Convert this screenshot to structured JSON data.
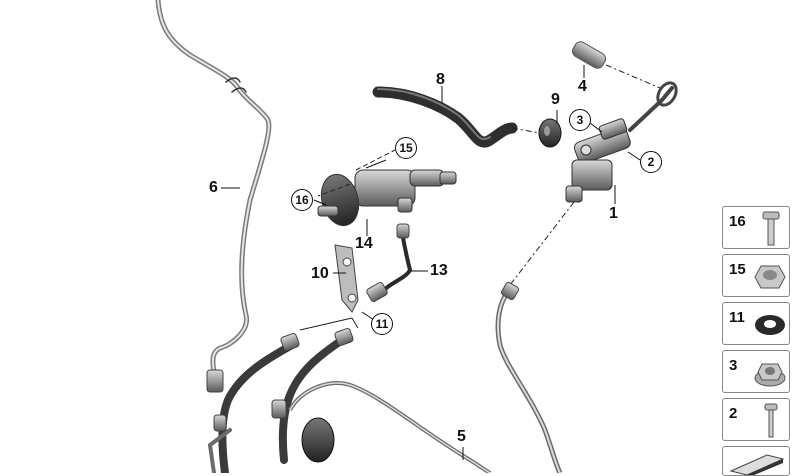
{
  "diagram": {
    "callouts": [
      "1",
      "4",
      "5",
      "6",
      "8",
      "9",
      "10",
      "13",
      "14"
    ],
    "circled_callouts": [
      "2",
      "3",
      "11",
      "15",
      "16"
    ],
    "legend": [
      {
        "num": "16",
        "icon": "bolt-icon"
      },
      {
        "num": "15",
        "icon": "hex-nut-icon"
      },
      {
        "num": "11",
        "icon": "rubber-grommet-icon"
      },
      {
        "num": "3",
        "icon": "flange-nut-icon"
      },
      {
        "num": "2",
        "icon": "screw-icon"
      }
    ]
  }
}
